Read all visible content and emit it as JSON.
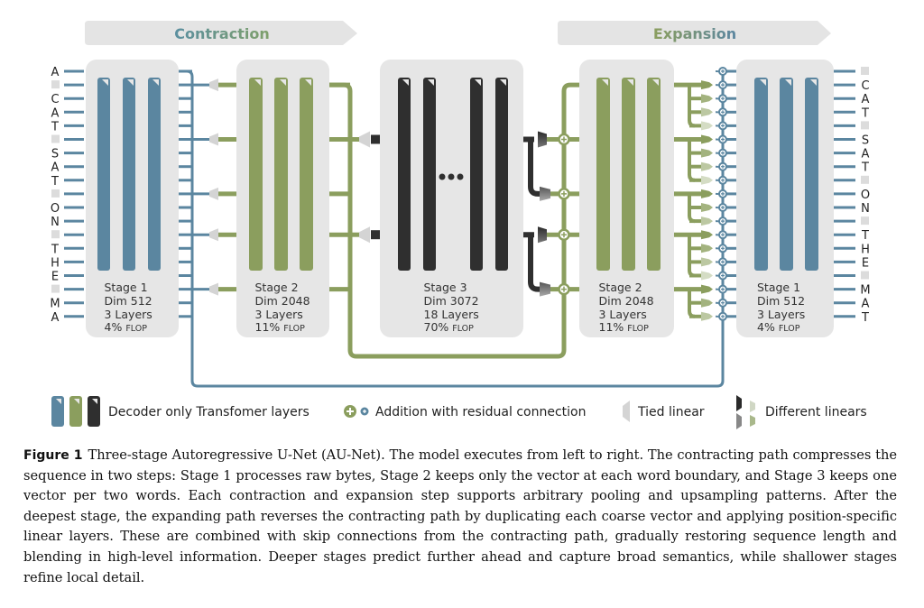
{
  "headers": {
    "contraction": "Contraction",
    "expansion": "Expansion"
  },
  "input_tokens": [
    "A",
    "■",
    "C",
    "A",
    "T",
    "■",
    "S",
    "A",
    "T",
    "■",
    "O",
    "N",
    "■",
    "T",
    "H",
    "E",
    "■",
    "M",
    "A"
  ],
  "output_tokens": [
    "■",
    "C",
    "A",
    "T",
    "■",
    "S",
    "A",
    "T",
    "■",
    "O",
    "N",
    "■",
    "T",
    "H",
    "E",
    "■",
    "M",
    "A",
    "T"
  ],
  "stages": [
    {
      "id": "stage1-left",
      "name": "Stage 1",
      "dim": "Dim 512",
      "layers": "3 Layers",
      "flop_pct": "4%",
      "flop_unit": "FLOP",
      "color": "#5b86a0"
    },
    {
      "id": "stage2-left",
      "name": "Stage 2",
      "dim": "Dim 2048",
      "layers": "3 Layers",
      "flop_pct": "11%",
      "flop_unit": "FLOP",
      "color": "#8b9e5e"
    },
    {
      "id": "stage3",
      "name": "Stage 3",
      "dim": "Dim 3072",
      "layers": "18 Layers",
      "flop_pct": "70%",
      "flop_unit": "FLOP",
      "color": "#2f2f2f"
    },
    {
      "id": "stage2-right",
      "name": "Stage 2",
      "dim": "Dim 2048",
      "layers": "3 Layers",
      "flop_pct": "11%",
      "flop_unit": "FLOP",
      "color": "#8b9e5e"
    },
    {
      "id": "stage1-right",
      "name": "Stage 1",
      "dim": "Dim 512",
      "layers": "3 Layers",
      "flop_pct": "4%",
      "flop_unit": "FLOP",
      "color": "#5b86a0"
    }
  ],
  "colors": {
    "stage1": "#5b86a0",
    "stage2": "#8b9e5e",
    "stage3": "#2f2f2f",
    "panel": "#e6e6e6",
    "header_bg": "#e4e4e4",
    "tied_linear": "#d4d4d4"
  },
  "legend": {
    "transformer_layers": "Decoder only Transfomer layers",
    "addition": "Addition with residual connection",
    "tied_linear": "Tied linear",
    "different_linears": "Different linears"
  },
  "caption": {
    "label": "Figure 1",
    "text": "Three-stage Autoregressive U-Net (AU-Net). The model executes from left to right. The contracting path compresses the sequence in two steps: Stage 1 processes raw bytes, Stage 2 keeps only the vector at each word boundary, and Stage 3 keeps one vector per two words. Each contraction and expansion step supports arbitrary pooling and upsampling patterns. After the deepest stage, the expanding path reverses the contracting path by duplicating each coarse vector and applying position-specific linear layers. These are combined with skip connections from the contracting path, gradually restoring sequence length and blending in high-level information. Deeper stages predict further ahead and capture broad semantics, while shallower stages refine local detail."
  }
}
